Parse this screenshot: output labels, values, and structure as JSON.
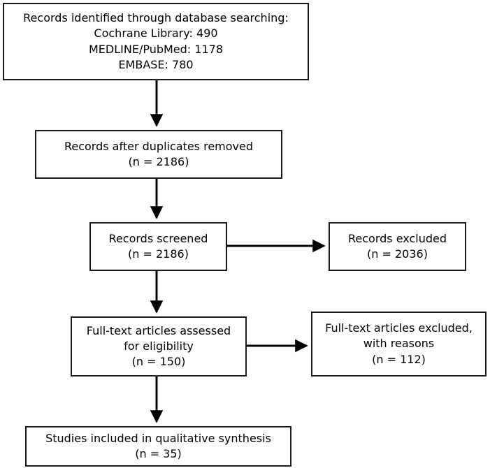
{
  "diagram": {
    "type": "prisma-flow-diagram",
    "stroke_color": "#1a1a1a",
    "background_color": "#ffffff",
    "text_color": "#000000",
    "boxes": {
      "identified": {
        "name": "records-identified",
        "lines": [
          "Records identified through database searching:",
          "Cochrane Library: 490",
          "MEDLINE/PubMed: 1178",
          "EMBASE: 780"
        ]
      },
      "duplicates": {
        "name": "records-after-duplicates-removed",
        "lines": [
          "Records after duplicates removed",
          "(n = 2186)"
        ]
      },
      "screened": {
        "name": "records-screened",
        "lines": [
          "Records screened",
          "(n = 2186)"
        ]
      },
      "excluded": {
        "name": "records-excluded",
        "lines": [
          "Records excluded",
          "(n = 2036)"
        ]
      },
      "fulltext": {
        "name": "full-text-articles-assessed",
        "lines": [
          "Full-text articles assessed",
          "for eligibility",
          "(n = 150)"
        ]
      },
      "fulltext_excluded": {
        "name": "full-text-articles-excluded",
        "lines": [
          "Full-text articles excluded,",
          "with reasons",
          "(n = 112)"
        ]
      },
      "included": {
        "name": "studies-included-qualitative-synthesis",
        "lines": [
          "Studies included in qualitative synthesis",
          "(n = 35)"
        ]
      }
    },
    "counts": {
      "cochrane_library": 490,
      "medline_pubmed": 1178,
      "embase": 780,
      "after_duplicates_removed": 2186,
      "screened": 2186,
      "records_excluded": 2036,
      "fulltext_assessed": 150,
      "fulltext_excluded": 112,
      "included_qualitative": 35
    },
    "arrows": [
      {
        "name": "arrow-identified-to-duplicates",
        "direction": "down"
      },
      {
        "name": "arrow-duplicates-to-screened",
        "direction": "down"
      },
      {
        "name": "arrow-screened-to-fulltext",
        "direction": "down"
      },
      {
        "name": "arrow-fulltext-to-included",
        "direction": "down"
      },
      {
        "name": "arrow-screened-to-excluded",
        "direction": "right"
      },
      {
        "name": "arrow-fulltext-to-fulltext-excluded",
        "direction": "right"
      }
    ]
  }
}
